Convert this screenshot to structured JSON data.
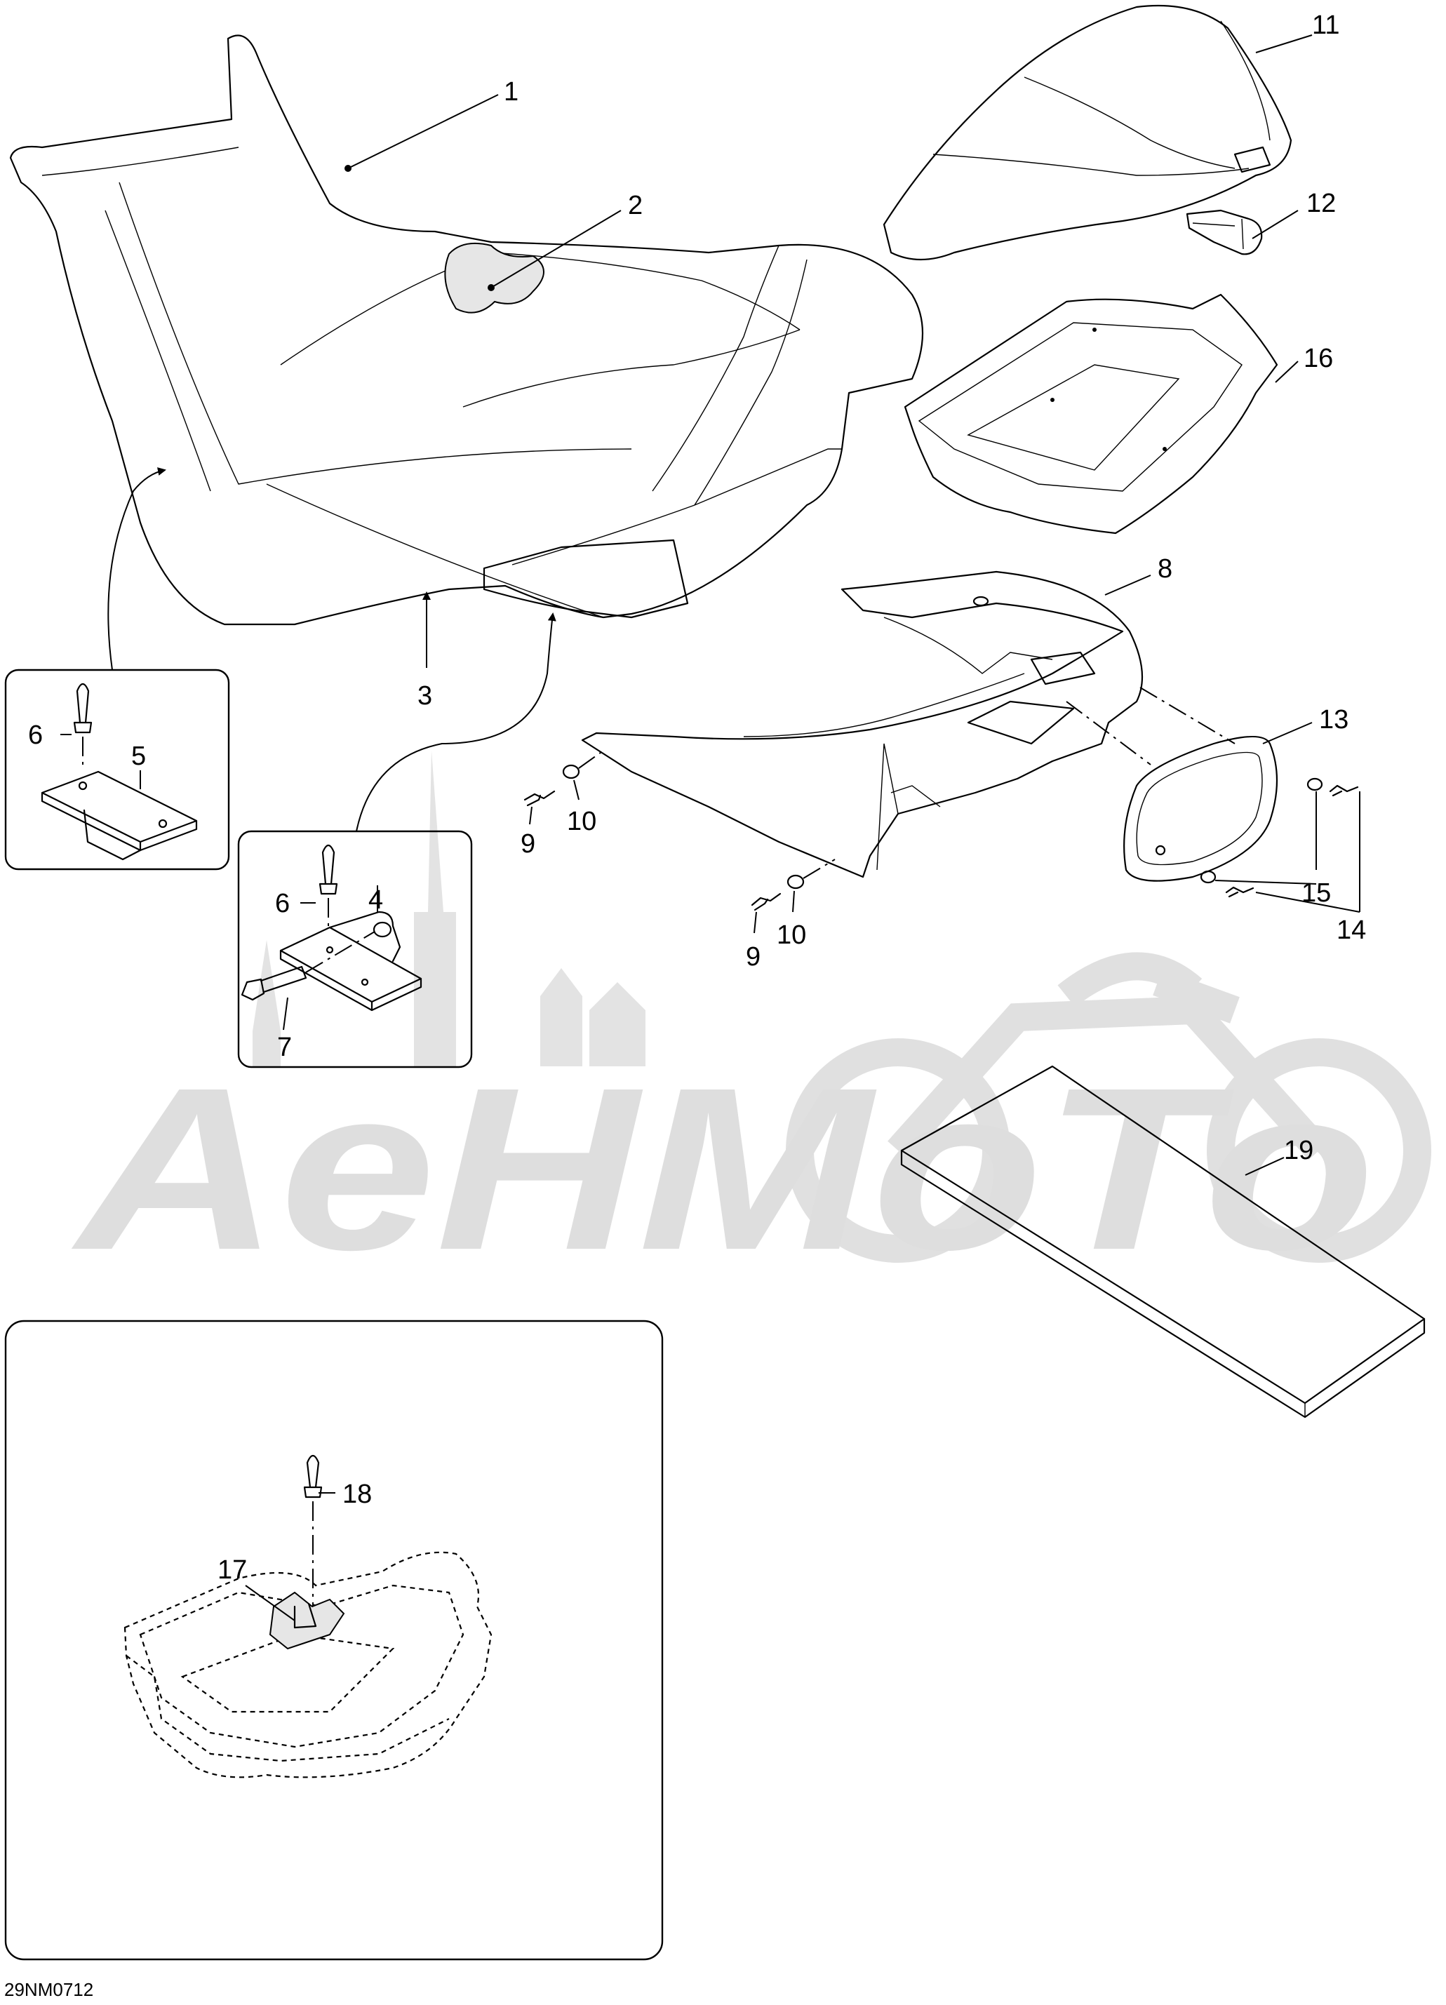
{
  "diagram_code": "29NM0712",
  "watermark_text": "AeHMoTo",
  "callouts": {
    "c1": "1",
    "c2": "2",
    "c3": "3",
    "c4": "4",
    "c5": "5",
    "c6a": "6",
    "c6b": "6",
    "c7": "7",
    "c8": "8",
    "c9a": "9",
    "c9b": "9",
    "c10a": "10",
    "c10b": "10",
    "c11": "11",
    "c12": "12",
    "c13": "13",
    "c14": "14",
    "c15": "15",
    "c16": "16",
    "c17": "17",
    "c18": "18",
    "c19": "19"
  }
}
